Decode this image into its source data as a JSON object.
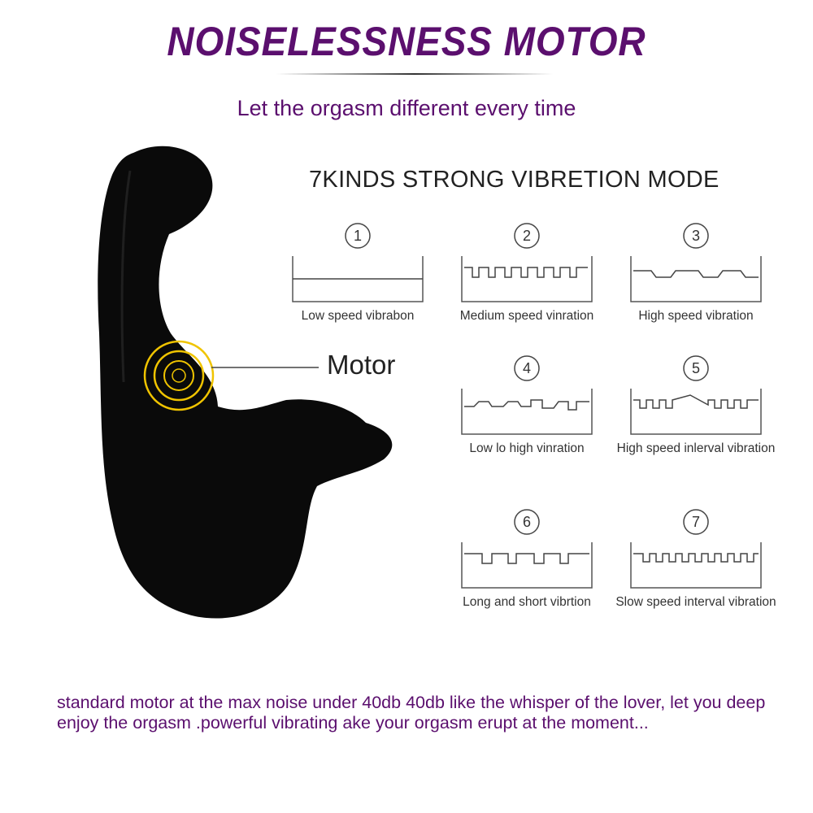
{
  "colors": {
    "accent_purple": "#5b0f6e",
    "motor_ring": "#f0c400",
    "product_black": "#0a0a0a",
    "line_gray": "#555555"
  },
  "header": {
    "title": "NOISELESSNESS MOTOR",
    "subtitle": "Let the orgasm different every time"
  },
  "product": {
    "motor_label": "Motor",
    "motor_icon": "vibration-rings-icon"
  },
  "modes": {
    "title": "7KINDS STRONG VIBRETION MODE",
    "items": [
      {
        "number": "1",
        "label": "Low speed vibrabon"
      },
      {
        "number": "2",
        "label": "Medium speed vinration"
      },
      {
        "number": "3",
        "label": "High speed vibration"
      },
      {
        "number": "4",
        "label": "Low lo high vinration"
      },
      {
        "number": "5",
        "label": "High speed inlerval vibration"
      },
      {
        "number": "6",
        "label": "Long and short vibrtion"
      },
      {
        "number": "7",
        "label": "Slow speed interval vibration"
      }
    ]
  },
  "description": {
    "text": "standard motor at the max noise under 40db 40db like the whisper of the lover, let you deep enjoy the orgasm .powerful vibrating ake your orgasm erupt at the moment..."
  }
}
